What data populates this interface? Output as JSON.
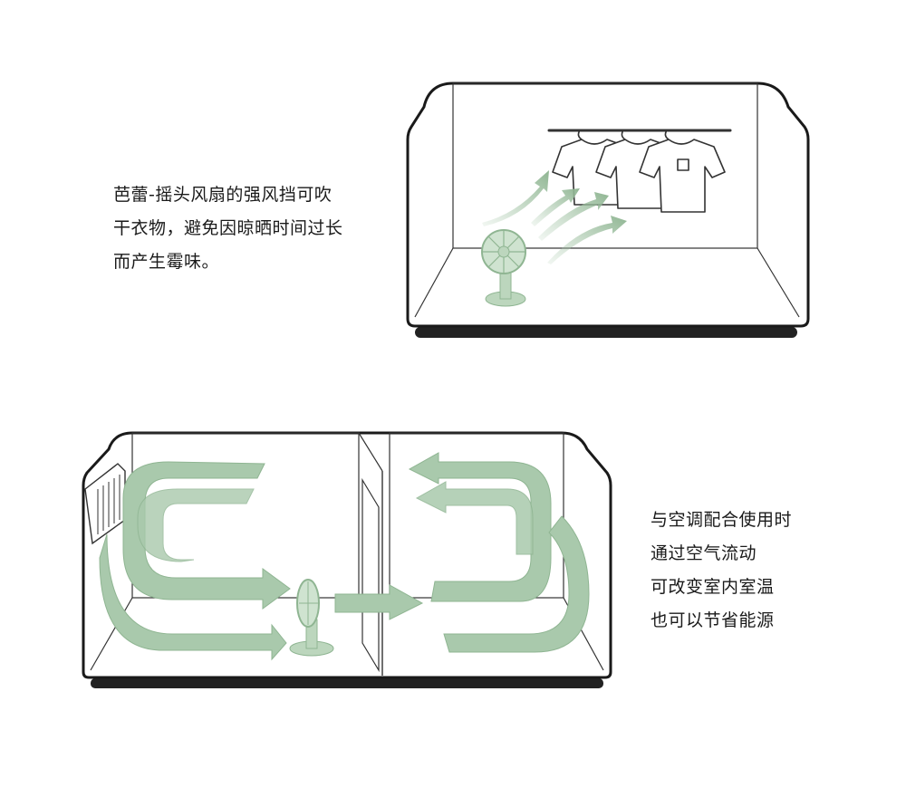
{
  "captions": {
    "top": {
      "lines": [
        "芭蕾-摇头风扇的强风挡可吹",
        "干衣物，避免因晾晒时间过长",
        "而产生霉味。"
      ]
    },
    "bottom": {
      "lines": [
        "与空调配合使用时",
        "通过空气流动",
        "可改变室内室温",
        "也可以节省能源"
      ]
    }
  },
  "colors": {
    "outline": "#1a1a1a",
    "airflow": "#a9c9ac",
    "airflow_edge": "#8fb592",
    "fan": "#bcd6bd",
    "floor_bar": "#222222"
  }
}
